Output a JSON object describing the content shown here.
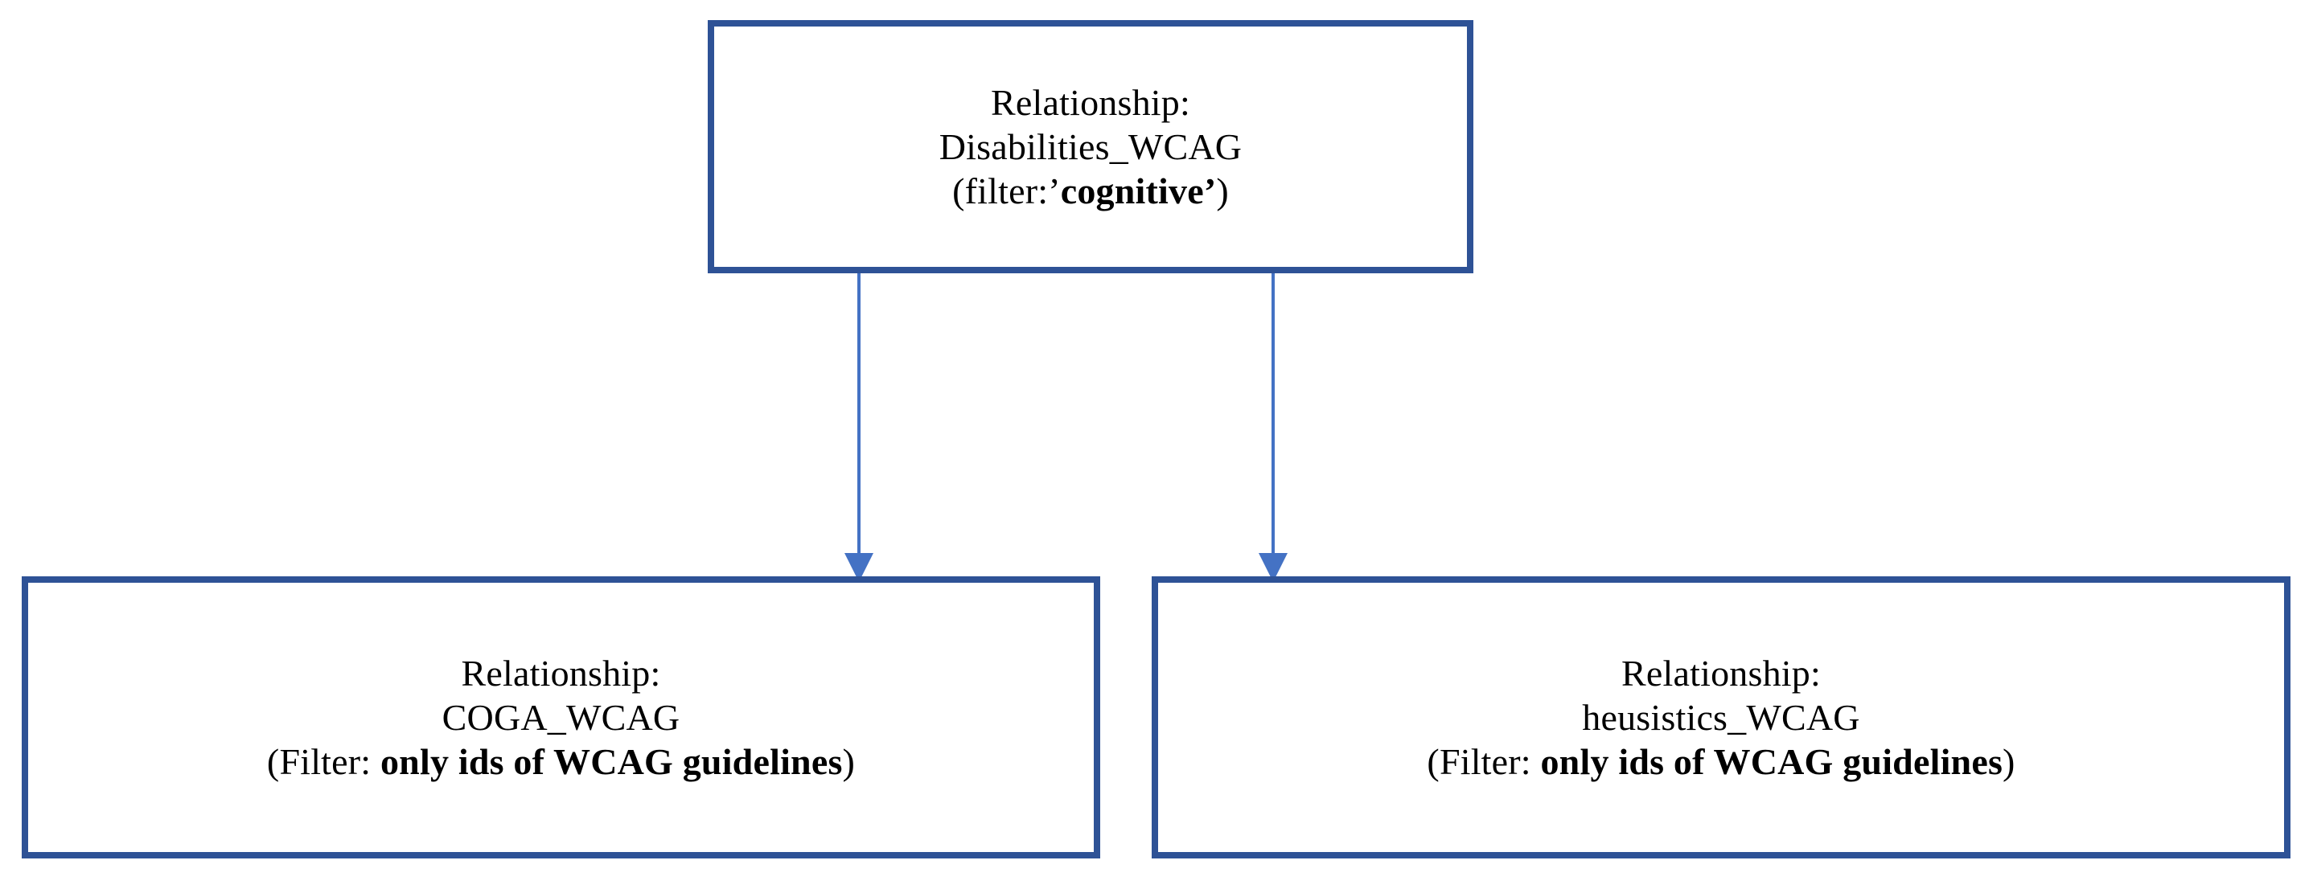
{
  "diagram": {
    "title": "Relationship filtering flow",
    "colors": {
      "node_border": "#2E5296",
      "node_fill": "#FFFFFF",
      "edge": "#4472C4",
      "text": "#000000",
      "background": "#FFFFFF"
    },
    "nodes": [
      {
        "id": "root",
        "name": "Disabilities_WCAG relationship node",
        "lines": [
          {
            "prefix": "Relationship:",
            "bold": "",
            "suffix": ""
          },
          {
            "prefix": "Disabilities_WCAG",
            "bold": "",
            "suffix": ""
          },
          {
            "prefix": "(filter:’",
            "bold": "cognitive’",
            "suffix": ")"
          }
        ],
        "label": "Relationship",
        "relationship": "Disabilities_WCAG",
        "filter": "’cognitive’"
      },
      {
        "id": "coga",
        "name": "COGA_WCAG relationship node",
        "lines": [
          {
            "prefix": "Relationship:",
            "bold": "",
            "suffix": ""
          },
          {
            "prefix": "COGA_WCAG",
            "bold": "",
            "suffix": ""
          },
          {
            "prefix": "(Filter: ",
            "bold": "only ids of WCAG guidelines",
            "suffix": ")"
          }
        ],
        "label": "Relationship",
        "relationship": "COGA_WCAG",
        "filter": "only ids of WCAG guidelines"
      },
      {
        "id": "heusistics",
        "name": "heusistics_WCAG relationship node",
        "lines": [
          {
            "prefix": "Relationship:",
            "bold": "",
            "suffix": ""
          },
          {
            "prefix": "heusistics_WCAG",
            "bold": "",
            "suffix": ""
          },
          {
            "prefix": "(Filter: ",
            "bold": "only ids of WCAG guidelines",
            "suffix": ")"
          }
        ],
        "label": "Relationship",
        "relationship": "heusistics_WCAG",
        "filter": "only ids of WCAG guidelines"
      }
    ],
    "edges": [
      {
        "id": "root-coga",
        "name": "arrow-root-to-coga",
        "from": "root",
        "to": "coga",
        "label": "",
        "direction": "down"
      },
      {
        "id": "root-heusistics",
        "name": "arrow-root-to-heusistics",
        "from": "root",
        "to": "heusistics",
        "label": "",
        "direction": "down"
      }
    ]
  }
}
